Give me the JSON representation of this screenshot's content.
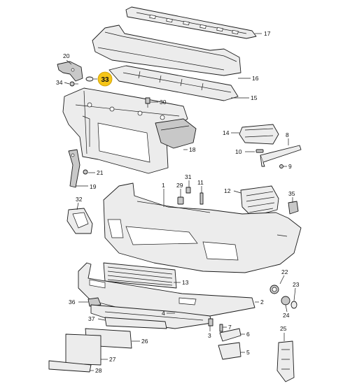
{
  "diagram": {
    "highlight_color": "#f5c518",
    "callouts": [
      {
        "id": "c1",
        "text": "1"
      },
      {
        "id": "c2",
        "text": "2"
      },
      {
        "id": "c3",
        "text": "3"
      },
      {
        "id": "c4",
        "text": "4"
      },
      {
        "id": "c5",
        "text": "5"
      },
      {
        "id": "c6",
        "text": "6"
      },
      {
        "id": "c7",
        "text": "7"
      },
      {
        "id": "c8",
        "text": "8"
      },
      {
        "id": "c9",
        "text": "9"
      },
      {
        "id": "c10",
        "text": "10"
      },
      {
        "id": "c11",
        "text": "11"
      },
      {
        "id": "c12",
        "text": "12"
      },
      {
        "id": "c13",
        "text": "13"
      },
      {
        "id": "c14",
        "text": "14"
      },
      {
        "id": "c15",
        "text": "15"
      },
      {
        "id": "c16",
        "text": "16"
      },
      {
        "id": "c17",
        "text": "17"
      },
      {
        "id": "c18",
        "text": "18"
      },
      {
        "id": "c19",
        "text": "19"
      },
      {
        "id": "c20",
        "text": "20"
      },
      {
        "id": "c21",
        "text": "21"
      },
      {
        "id": "c22",
        "text": "22"
      },
      {
        "id": "c23",
        "text": "23"
      },
      {
        "id": "c24",
        "text": "24"
      },
      {
        "id": "c25",
        "text": "25"
      },
      {
        "id": "c26",
        "text": "26"
      },
      {
        "id": "c27",
        "text": "27"
      },
      {
        "id": "c28",
        "text": "28"
      },
      {
        "id": "c29",
        "text": "29"
      },
      {
        "id": "c30",
        "text": "30"
      },
      {
        "id": "c31",
        "text": "31"
      },
      {
        "id": "c32",
        "text": "32"
      },
      {
        "id": "c34",
        "text": "34"
      },
      {
        "id": "c35",
        "text": "35"
      },
      {
        "id": "c36",
        "text": "36"
      },
      {
        "id": "c37",
        "text": "37"
      }
    ],
    "highlighted_callout": {
      "text": "33"
    }
  }
}
